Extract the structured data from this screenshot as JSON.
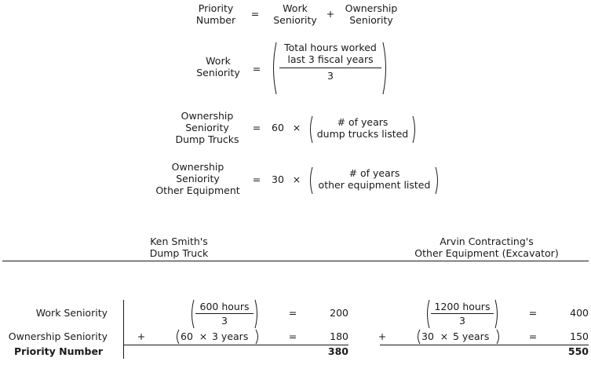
{
  "formulas": {
    "priority": {
      "label_line1": "Priority",
      "label_line2": "Number",
      "equals": "=",
      "term1_line1": "Work",
      "term1_line2": "Seniority",
      "plus": "+",
      "term2_line1": "Ownership",
      "term2_line2": "Seniority"
    },
    "work": {
      "label_line1": "Work",
      "label_line2": "Seniority",
      "equals": "=",
      "numerator_line1": "Total hours worked",
      "numerator_line2": "last 3 fiscal years",
      "denominator": "3"
    },
    "dump": {
      "label_line1": "Ownership",
      "label_line2": "Seniority",
      "label_line3": "Dump Trucks",
      "equals": "=",
      "coefficient": "60",
      "times": "×",
      "factor_line1": "# of years",
      "factor_line2": "dump trucks listed"
    },
    "other": {
      "label_line1": "Ownership",
      "label_line2": "Seniority",
      "label_line3": "Other Equipment",
      "equals": "=",
      "coefficient": "30",
      "times": "×",
      "factor_line1": "# of years",
      "factor_line2": "other equipment listed"
    }
  },
  "example": {
    "row_labels": {
      "work": "Work Seniority",
      "ownership": "Ownership Seniority",
      "priority": "Priority Number"
    },
    "ken": {
      "header_line1": "Ken Smith's",
      "header_line2": "Dump Truck",
      "work_numerator": "600 hours",
      "work_denominator": "3",
      "work_equals": "=",
      "work_value": "200",
      "plus": "+",
      "own_coefficient": "60",
      "own_times": "×",
      "own_years": "3 years",
      "own_equals": "=",
      "own_value": "180",
      "total": "380"
    },
    "arvin": {
      "header_line1": "Arvin Contracting's",
      "header_line2": "Other Equipment (Excavator)",
      "work_numerator": "1200 hours",
      "work_denominator": "3",
      "work_equals": "=",
      "work_value": "400",
      "plus": "+",
      "own_coefficient": "30",
      "own_times": "×",
      "own_years": "5 years",
      "own_equals": "=",
      "own_value": "150",
      "total": "550"
    }
  }
}
